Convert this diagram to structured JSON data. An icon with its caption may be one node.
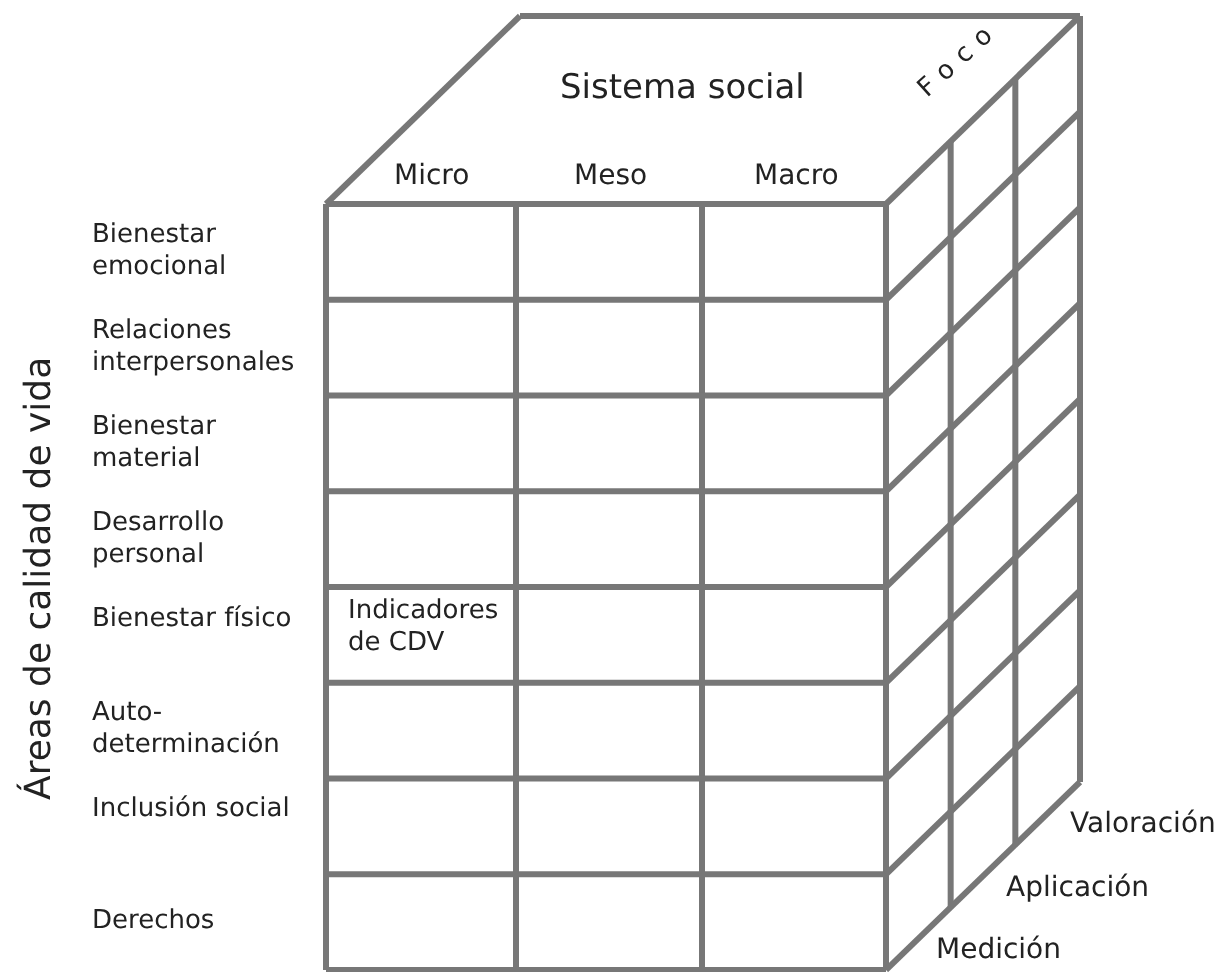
{
  "diagram": {
    "labels": [
      "Sistema social",
      "Foco",
      "Micro",
      "Meso",
      "Macro",
      "Bienestar emocional",
      "Relaciones interpersonales",
      "Bienestar material",
      "Desarrollo personal",
      "Bienestar físico",
      "Auto-determinación",
      "Inclusión social",
      "Derechos",
      "Áreas de calidad de vida",
      "Indicadores de CDV",
      "Valoración",
      "Aplicación",
      "Medición"
    ]
  }
}
